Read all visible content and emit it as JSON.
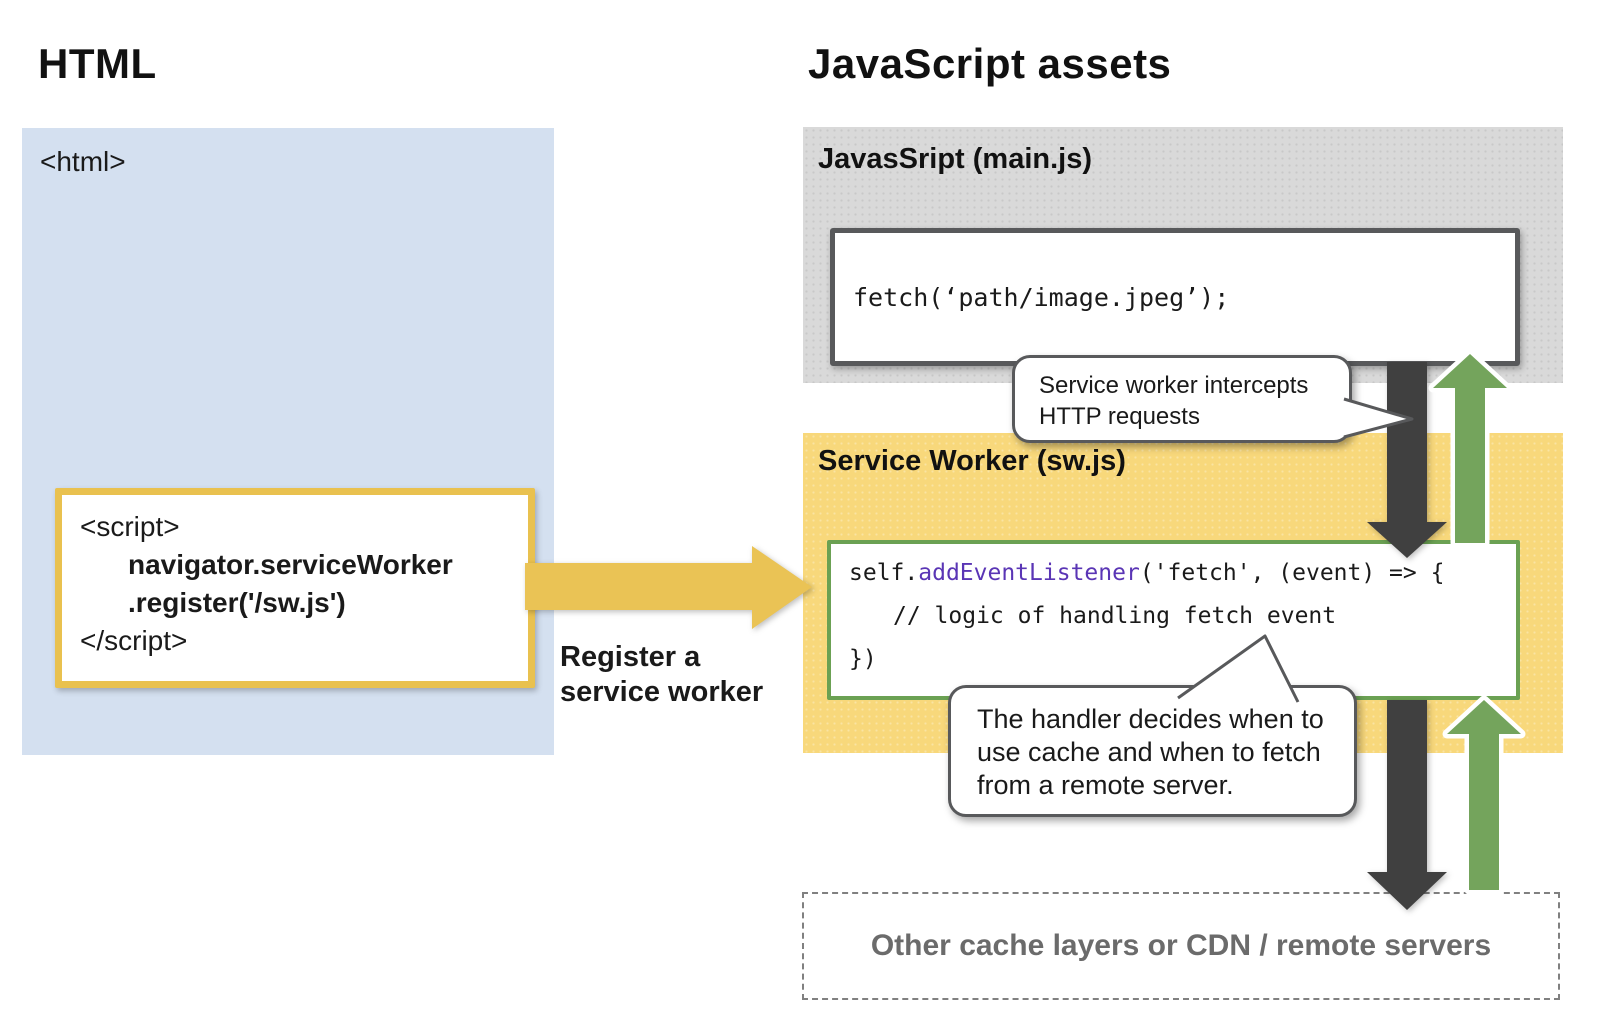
{
  "headings": {
    "left": "HTML",
    "right": "JavaScript assets"
  },
  "html_panel": {
    "tag": "<html>",
    "script_box": {
      "line1": "<script>",
      "line2": "navigator.serviceWorker",
      "line3": ".register('/sw.js')",
      "line4": "</script>"
    }
  },
  "register_label": {
    "line1": "Register a",
    "line2": "service worker"
  },
  "main_js_panel": {
    "title": "JavasSript (main.js)",
    "code": "fetch(‘path/image.jpeg’);"
  },
  "service_worker_panel": {
    "title": "Service Worker (sw.js)",
    "code": {
      "line1_pre": "self.",
      "line1_keyword": "addEventListener",
      "line1_post": "('fetch', (event) => {",
      "line2": "// logic of handling fetch event",
      "line3": "})"
    }
  },
  "callout_intercept": {
    "line1": "Service worker intercepts",
    "line2": "HTTP requests"
  },
  "callout_handler": {
    "line1": "The handler decides when to",
    "line2": "use cache and when to fetch",
    "line3": "from a remote server."
  },
  "remote_box": {
    "label": "Other cache layers or CDN / remote servers"
  },
  "colors": {
    "panel_blue": "#D4E0F0",
    "panel_gray": "#D9D9D9",
    "panel_yellow": "#F8D87B",
    "register_arrow_yellow": "#EAC355",
    "script_box_border_yellow": "#E9C14F",
    "request_arrow_dark": "#404040",
    "response_arrow_green": "#74A45C",
    "code_box_border_green": "#6BA153",
    "box_border_dark": "#58595B",
    "keyword_purple": "#5A35B5",
    "remote_text_gray": "#6B6B6B"
  }
}
